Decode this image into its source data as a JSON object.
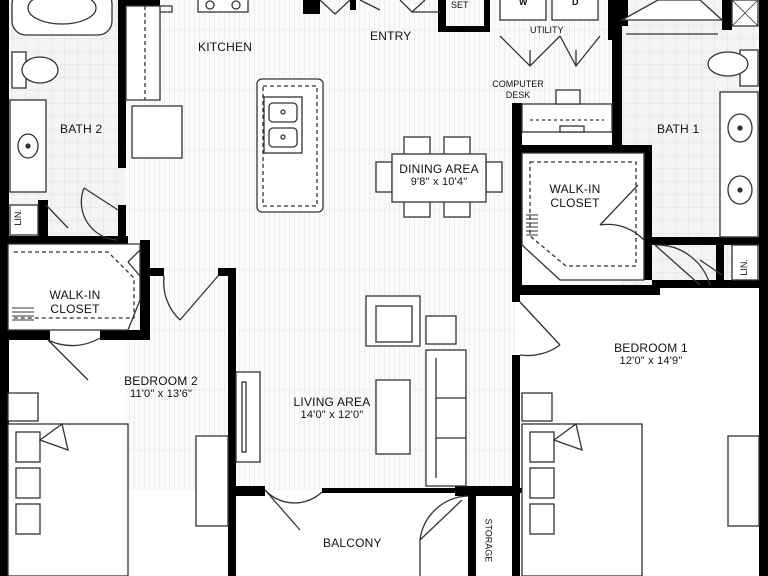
{
  "rooms": {
    "kitchen": {
      "name": "KITCHEN"
    },
    "entry": {
      "name": "ENTRY"
    },
    "utility": {
      "name": "UTILITY",
      "washer": "W",
      "dryer": "D"
    },
    "closet_top": {
      "name": "SET"
    },
    "computer_desk": {
      "line1": "COMPUTER",
      "line2": "DESK"
    },
    "bath2": {
      "name": "BATH 2"
    },
    "bath1": {
      "name": "BATH 1"
    },
    "dining": {
      "name": "DINING AREA",
      "dims": "9'8\" x 10'4\""
    },
    "walkin_right": {
      "line1": "WALK-IN",
      "line2": "CLOSET"
    },
    "walkin_left": {
      "line1": "WALK-IN",
      "line2": "CLOSET"
    },
    "lin_left": {
      "name": "LIN."
    },
    "lin_right": {
      "name": "LIN."
    },
    "bedroom1": {
      "name": "BEDROOM 1",
      "dims": "12'0\" x 14'9\""
    },
    "bedroom2": {
      "name": "BEDROOM 2",
      "dims": "11'0\" x 13'6\""
    },
    "living": {
      "name": "LIVING AREA",
      "dims": "14'0\" x 12'0\""
    },
    "balcony": {
      "name": "BALCONY"
    },
    "storage": {
      "name": "STORAGE"
    }
  },
  "colors": {
    "wall": "#000000",
    "tile_fill": "#f4f4f4",
    "tile_line": "#d9d9d9",
    "plank_line": "#c9c9c9",
    "fixture": "#444444"
  }
}
